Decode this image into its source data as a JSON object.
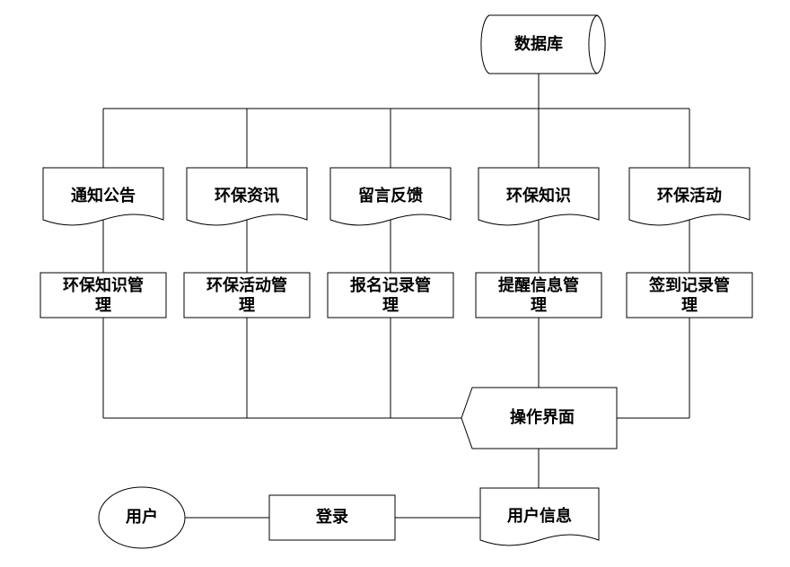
{
  "database": {
    "label": "数据库"
  },
  "documents": [
    {
      "label": "通知公告"
    },
    {
      "label": "环保资讯"
    },
    {
      "label": "留言反馈"
    },
    {
      "label": "环保知识"
    },
    {
      "label": "环保活动"
    }
  ],
  "modules": [
    {
      "line1": "环保知识管",
      "line2": "理"
    },
    {
      "line1": "环保活动管",
      "line2": "理"
    },
    {
      "line1": "报名记录管",
      "line2": "理"
    },
    {
      "line1": "提醒信息管",
      "line2": "理"
    },
    {
      "line1": "签到记录管",
      "line2": "理"
    }
  ],
  "interface": {
    "label": "操作界面"
  },
  "user_info": {
    "label": "用户信息"
  },
  "login": {
    "label": "登录"
  },
  "user": {
    "label": "用户"
  }
}
